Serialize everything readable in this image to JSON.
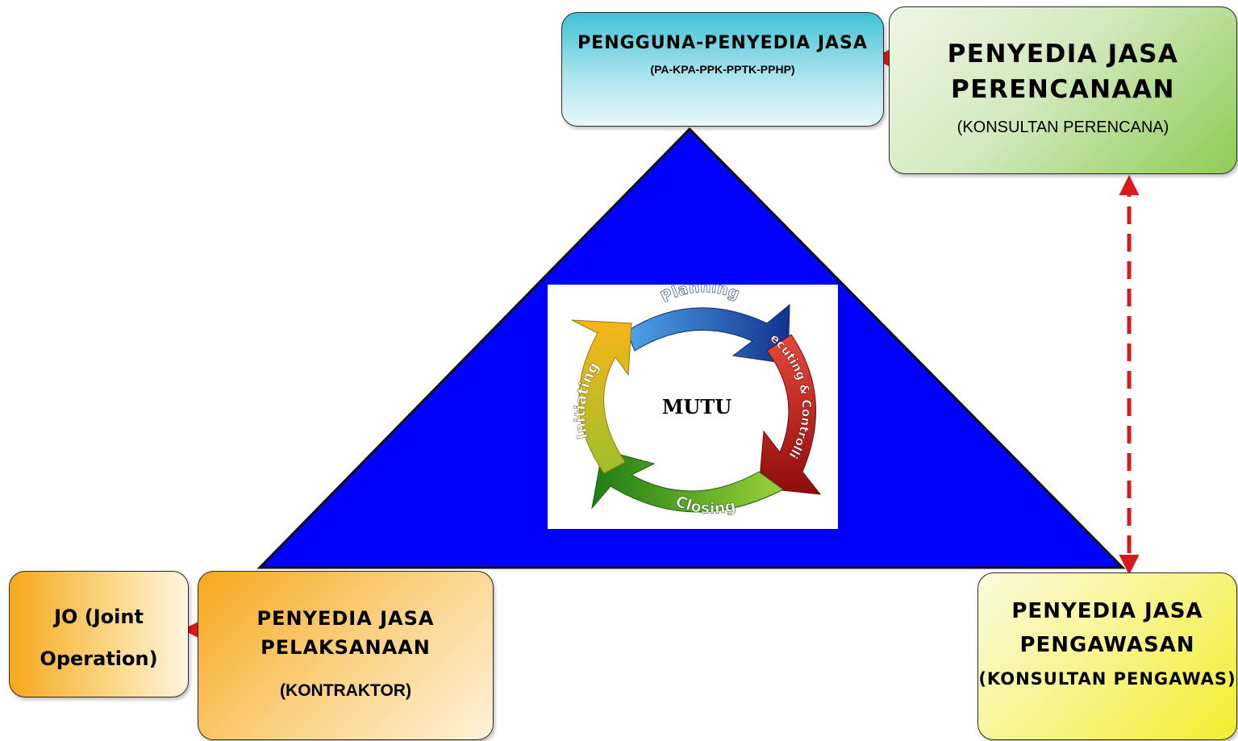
{
  "nodes": {
    "pengguna": {
      "title": "PENGGUNA-PENYEDIA JASA",
      "subtitle": "(PA-KPA-PPK-PPTK-PPHP)"
    },
    "perencanaan": {
      "title": "PENYEDIA JASA PERENCANAAN",
      "subtitle": "(KONSULTAN PERENCANA)"
    },
    "jo": {
      "title": "JO (Joint Operation)"
    },
    "pelaksanaan": {
      "title": "PENYEDIA JASA PELAKSANAAN",
      "subtitle": "(KONTRAKTOR)"
    },
    "pengawasan": {
      "title": "PENYEDIA JASA PENGAWASAN",
      "subtitle": "(KONSULTAN PENGAWAS)"
    }
  },
  "cycle": {
    "center": "MUTU",
    "phases": [
      "Planning",
      "Executing & Controlling",
      "Closing",
      "Initiating"
    ]
  },
  "colors": {
    "triangle": "#0000ff",
    "connector": "#d9191b",
    "planning": "#2266c8",
    "executing": "#d21d1d",
    "closing": "#3aa61c",
    "initiating": "#f2b51b"
  }
}
